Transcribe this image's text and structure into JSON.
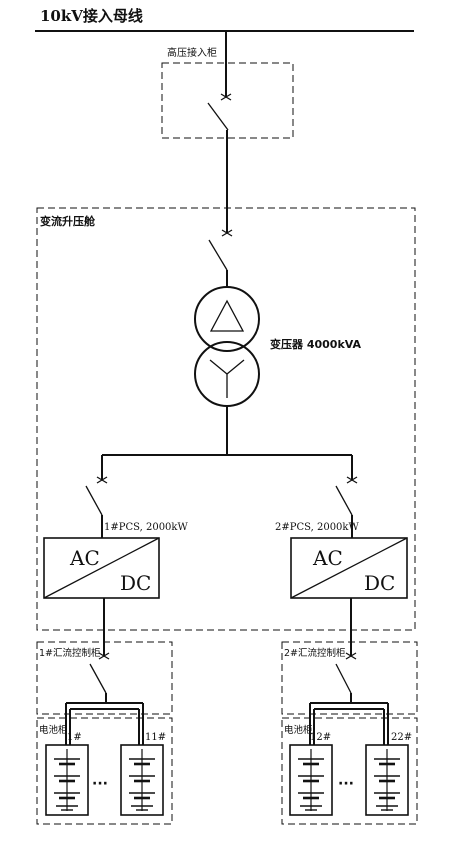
{
  "bus": {
    "label": "10kV接入母线"
  },
  "hv_cabinet": {
    "label": "高压接入柜"
  },
  "converter_cabin": {
    "label": "变流升压舱"
  },
  "transformer": {
    "label": "变压器 4000kVA"
  },
  "pcs": [
    {
      "label": "1#PCS, 2000kW",
      "ac": "AC",
      "dc": "DC"
    },
    {
      "label": "2#PCS, 2000kW",
      "ac": "AC",
      "dc": "DC"
    }
  ],
  "combiner": [
    {
      "label": "1#汇流控制柜"
    },
    {
      "label": "2#汇流控制柜"
    }
  ],
  "battery_cabinet": [
    {
      "label": "电池柜",
      "first": "1#",
      "last": "11#",
      "ellipsis": "···"
    },
    {
      "label": "电池柜",
      "first": "12#",
      "last": "22#",
      "ellipsis": "···"
    }
  ]
}
